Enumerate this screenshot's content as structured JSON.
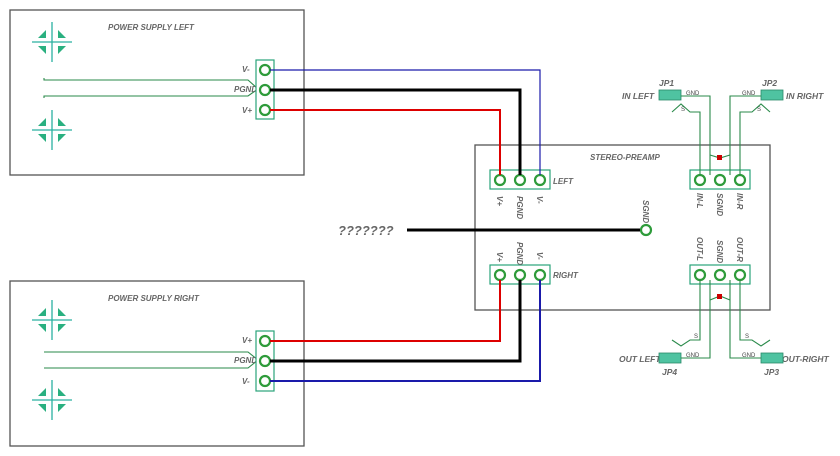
{
  "modules": {
    "psu_left": {
      "title": "POWER SUPPLY LEFT",
      "pins": [
        "V-",
        "PGND",
        "V+"
      ]
    },
    "psu_right": {
      "title": "POWER SUPPLY RIGHT",
      "pins": [
        "V+",
        "PGND",
        "V-"
      ]
    },
    "preamp": {
      "title": "STEREO-PREAMP",
      "left_label": "LEFT",
      "right_label": "RIGHT",
      "left_pins": [
        "V+",
        "PGND",
        "V-"
      ],
      "right_pins": [
        "V+",
        "PGND",
        "V-"
      ],
      "in_pins": [
        "IN-L",
        "SGND",
        "IN-R"
      ],
      "out_pins": [
        "OUT-L",
        "SGND",
        "OUT-R"
      ],
      "sgnd_label": "SGND"
    }
  },
  "unknown_label": "???????",
  "jumpers": {
    "jp1": {
      "name": "JP1",
      "label": "IN LEFT",
      "pin_gnd": "GND",
      "pin_s": "S"
    },
    "jp2": {
      "name": "JP2",
      "label": "IN RIGHT",
      "pin_gnd": "GND",
      "pin_s": "S"
    },
    "jp3": {
      "name": "JP3",
      "label": "OUT-RIGHT",
      "pin_gnd": "GND",
      "pin_s": "S"
    },
    "jp4": {
      "name": "JP4",
      "label": "OUT LEFT",
      "pin_gnd": "GND",
      "pin_s": "S"
    }
  },
  "colors": {
    "positive": "#dd0000",
    "ground": "#000000",
    "negative": "#1a1aaa",
    "pad": "#2e9b3a"
  }
}
